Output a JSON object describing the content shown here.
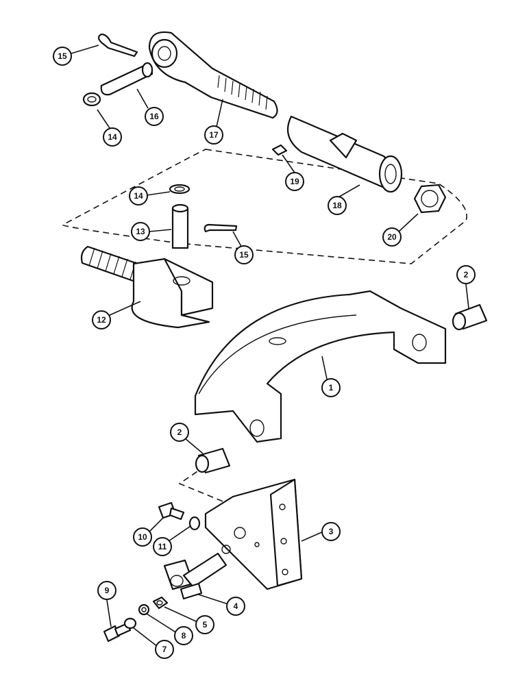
{
  "callouts": [
    {
      "id": "c15a",
      "label": "15",
      "part": "cotter-pin-top"
    },
    {
      "id": "c16",
      "label": "16",
      "part": "clevis-pin-top"
    },
    {
      "id": "c14a",
      "label": "14",
      "part": "retaining-ring-top"
    },
    {
      "id": "c17",
      "label": "17",
      "part": "threaded-rod-end"
    },
    {
      "id": "c19",
      "label": "19",
      "part": "grease-fitting"
    },
    {
      "id": "c18",
      "label": "18",
      "part": "adjuster-tube"
    },
    {
      "id": "c20",
      "label": "20",
      "part": "hex-nut"
    },
    {
      "id": "c14b",
      "label": "14",
      "part": "retaining-ring-middle"
    },
    {
      "id": "c13",
      "label": "13",
      "part": "clevis-pin-middle"
    },
    {
      "id": "c15b",
      "label": "15",
      "part": "cotter-pin-middle"
    },
    {
      "id": "c12",
      "label": "12",
      "part": "threaded-clevis"
    },
    {
      "id": "c2a",
      "label": "2",
      "part": "bushing-right"
    },
    {
      "id": "c1",
      "label": "1",
      "part": "drawbar-arc-frame"
    },
    {
      "id": "c2b",
      "label": "2",
      "part": "bushing-left"
    },
    {
      "id": "c3",
      "label": "3",
      "part": "mounting-bracket"
    },
    {
      "id": "c10",
      "label": "10",
      "part": "bolt-upper"
    },
    {
      "id": "c11",
      "label": "11",
      "part": "lock-washer-upper"
    },
    {
      "id": "c4",
      "label": "4",
      "part": "pivot-pin-with-plate"
    },
    {
      "id": "c9",
      "label": "9",
      "part": "bolt-lower"
    },
    {
      "id": "c5",
      "label": "5",
      "part": "nut-small"
    },
    {
      "id": "c8",
      "label": "8",
      "part": "lock-washer-lower"
    },
    {
      "id": "c7",
      "label": "7",
      "part": "flat-washer-lower"
    }
  ]
}
